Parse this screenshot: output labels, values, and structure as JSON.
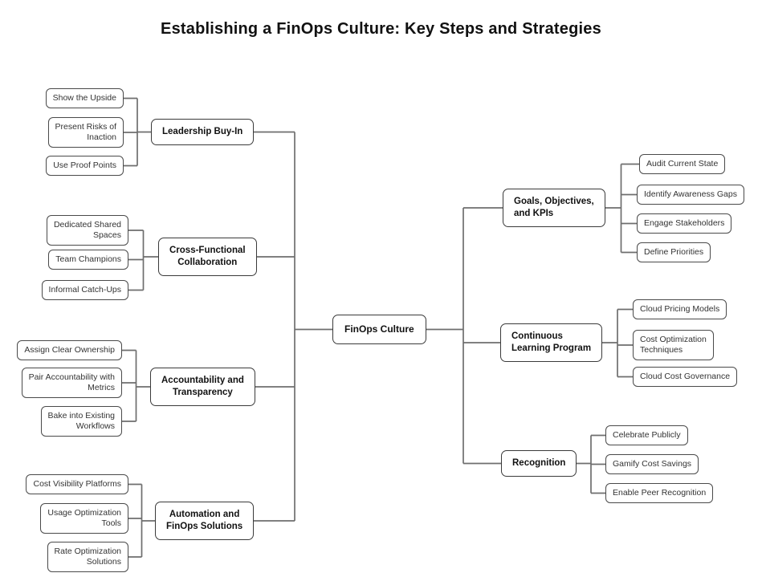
{
  "title": "Establishing a FinOps Culture: Key Steps and Strategies",
  "center": {
    "label": "FinOps Culture"
  },
  "branches": {
    "left": [
      {
        "label": "Leadership Buy-In",
        "children": [
          {
            "label": "Show the Upside"
          },
          {
            "label": "Present Risks of\nInaction"
          },
          {
            "label": "Use Proof Points"
          }
        ]
      },
      {
        "label": "Cross-Functional\nCollaboration",
        "children": [
          {
            "label": "Dedicated Shared\nSpaces"
          },
          {
            "label": "Team Champions"
          },
          {
            "label": "Informal Catch-Ups"
          }
        ]
      },
      {
        "label": "Accountability and\nTransparency",
        "children": [
          {
            "label": "Assign Clear Ownership"
          },
          {
            "label": "Pair Accountability with\nMetrics"
          },
          {
            "label": "Bake into Existing\nWorkflows"
          }
        ]
      },
      {
        "label": "Automation and\nFinOps Solutions",
        "children": [
          {
            "label": "Cost Visibility Platforms"
          },
          {
            "label": "Usage Optimization\nTools"
          },
          {
            "label": "Rate Optimization\nSolutions"
          }
        ]
      }
    ],
    "right": [
      {
        "label": "Goals, Objectives,\nand KPIs",
        "children": [
          {
            "label": "Audit Current State"
          },
          {
            "label": "Identify Awareness Gaps"
          },
          {
            "label": "Engage Stakeholders"
          },
          {
            "label": "Define Priorities"
          }
        ]
      },
      {
        "label": "Continuous\nLearning Program",
        "children": [
          {
            "label": "Cloud Pricing Models"
          },
          {
            "label": "Cost Optimization\nTechniques"
          },
          {
            "label": "Cloud Cost Governance"
          }
        ]
      },
      {
        "label": "Recognition",
        "children": [
          {
            "label": "Celebrate Publicly"
          },
          {
            "label": "Gamify Cost Savings"
          },
          {
            "label": "Enable Peer Recognition"
          }
        ]
      }
    ]
  },
  "style": {
    "background_color": "#ffffff",
    "connector_color": "#6e6e6e",
    "leaf_border_color": "#4a4a4a",
    "parent_border_color": "#3a3a3a",
    "leaf_text_color": "#333333",
    "parent_text_color": "#111111",
    "title_color": "#111111"
  }
}
